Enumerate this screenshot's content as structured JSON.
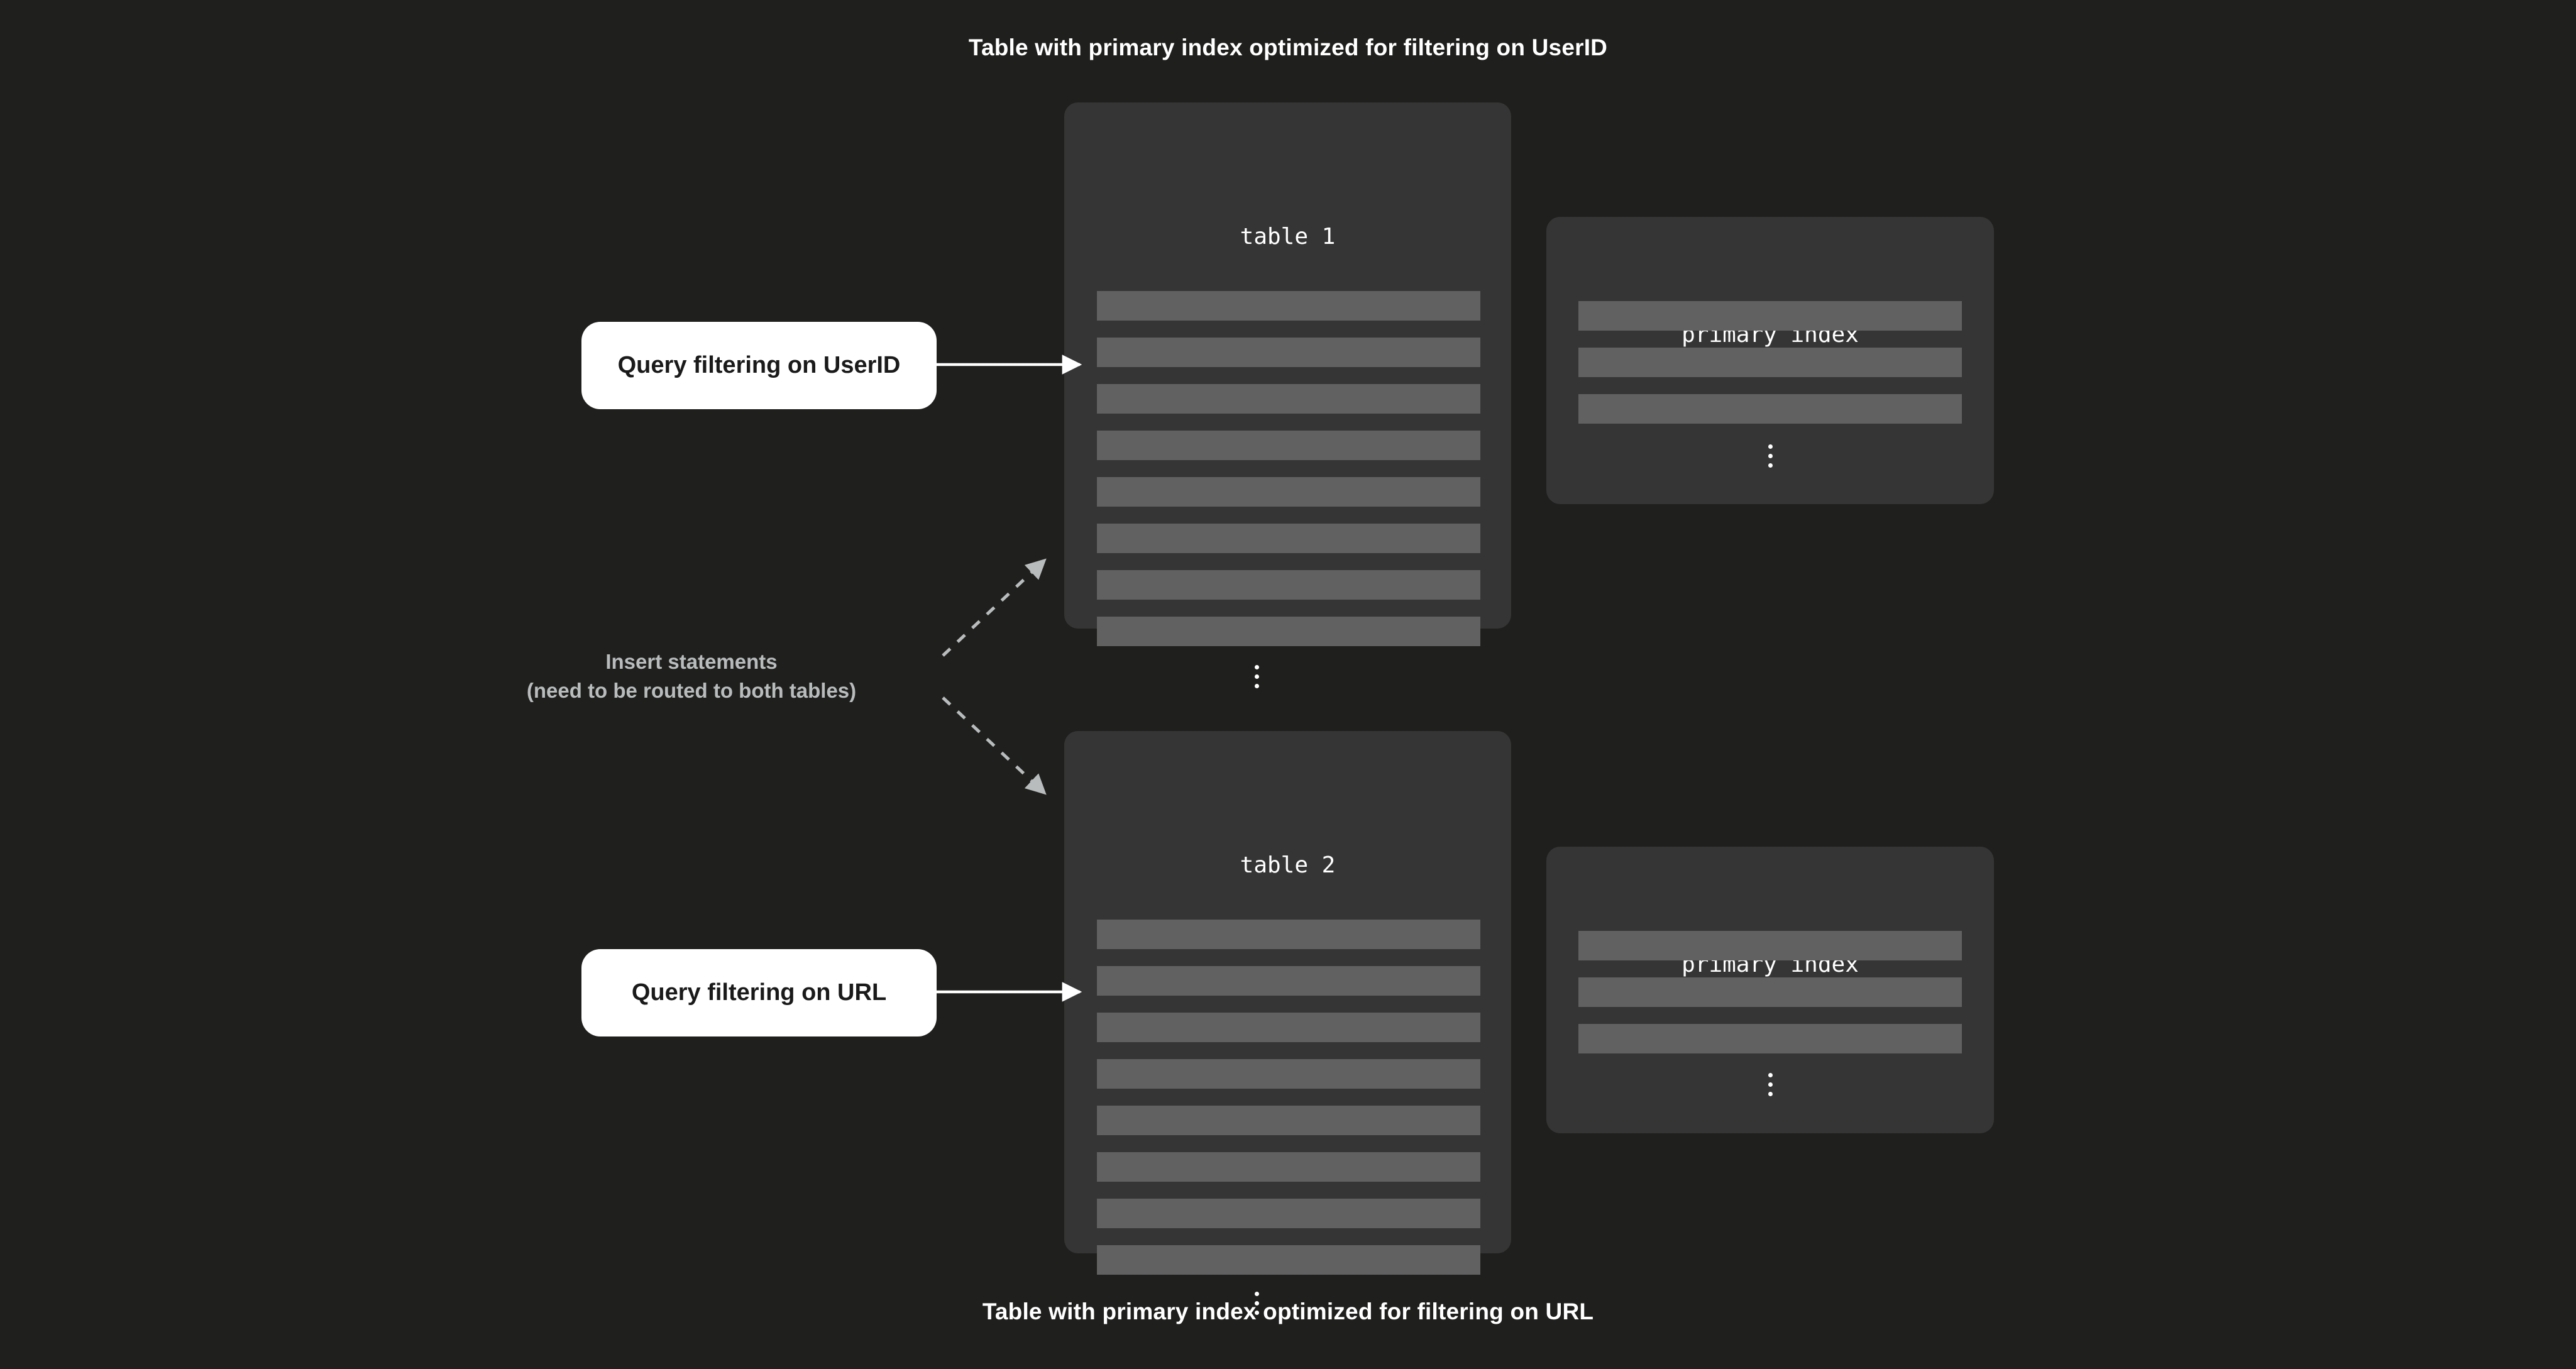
{
  "page": {
    "background": "#1f201d",
    "card_background": "#353535",
    "row_color": "#616161",
    "accent_white": "#ffffff",
    "muted_text": "#b9bcbd"
  },
  "captions": {
    "top": "Table with primary index optimized for filtering on UserID",
    "bottom": "Table with primary index optimized for filtering on URL"
  },
  "tables": [
    {
      "title": "table 1",
      "row_count": 8,
      "ellipsis": "vertical-ellipsis",
      "index": {
        "title": "primary index",
        "row_count": 3,
        "ellipsis": "vertical-ellipsis"
      }
    },
    {
      "title": "table 2",
      "row_count": 8,
      "ellipsis": "vertical-ellipsis",
      "index": {
        "title": "primary index",
        "row_count": 3,
        "ellipsis": "vertical-ellipsis"
      }
    }
  ],
  "queries": [
    {
      "label": "Query filtering on UserID"
    },
    {
      "label": "Query filtering on URL"
    }
  ],
  "insert_note": {
    "line1": "Insert statements",
    "line2": "(need to be routed to both tables)"
  },
  "arrows": {
    "solid_color": "#ffffff",
    "dashed_color": "#b9bcbd"
  }
}
